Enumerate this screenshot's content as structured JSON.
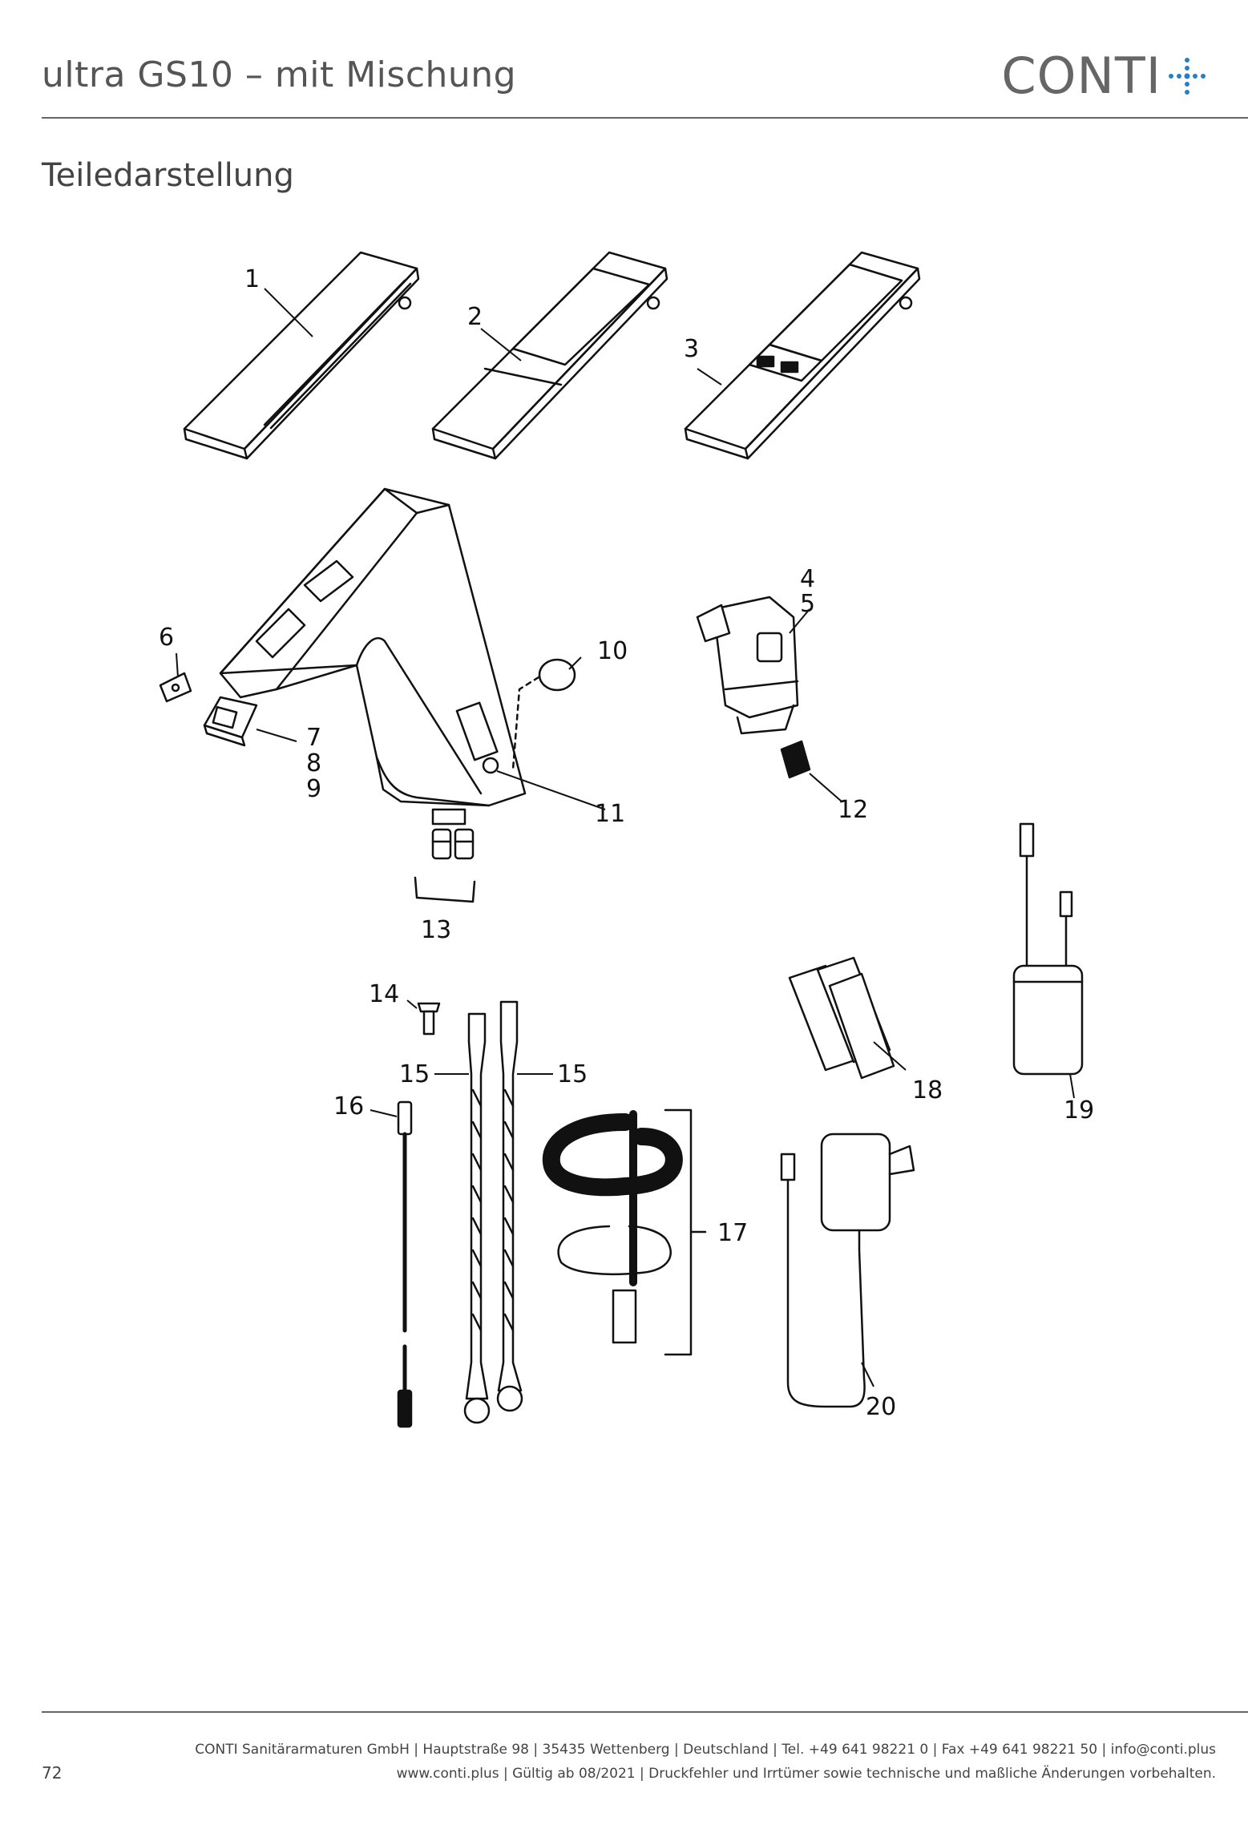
{
  "header": {
    "title": "ultra GS10 – mit Mischung",
    "brand": "CONTI"
  },
  "section": {
    "title": "Teiledarstellung"
  },
  "callouts": [
    "1",
    "2",
    "3",
    "4",
    "5",
    "6",
    "7",
    "8",
    "9",
    "10",
    "11",
    "12",
    "13",
    "14",
    "15",
    "15",
    "16",
    "17",
    "18",
    "19",
    "20"
  ],
  "footer": {
    "page": "72",
    "line1": "CONTI Sanitärarmaturen GmbH | Hauptstraße 98 | 35435 Wettenberg | Deutschland | Tel. +49 641 98221 0 | Fax +49 641 98221 50 | info@conti.plus",
    "line2": "www.conti.plus | Gültig ab 08/2021 | Druckfehler und Irrtümer sowie technische und maßliche Änderungen vorbehalten."
  },
  "colors": {
    "brand_accent": "#2a7fc1",
    "rule": "#666666",
    "drawing_stroke": "#111111"
  }
}
